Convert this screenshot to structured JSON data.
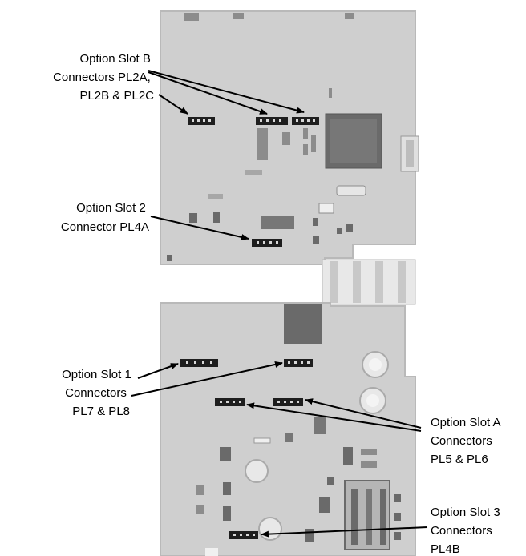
{
  "colors": {
    "board": "#cfcfcf",
    "board_edge": "#b9b9b9",
    "component_dark": "#6a6a6a",
    "component_mid": "#8c8c8c",
    "component_light": "#e8e8e8",
    "connector": "#1e1e1e",
    "leader": "#000000"
  },
  "labels": {
    "slot_b": [
      "Option Slot B",
      "Connectors PL2A,",
      "PL2B & PL2C"
    ],
    "slot_2": [
      "Option Slot 2",
      "Connector PL4A"
    ],
    "slot_1": [
      "Option Slot 1",
      "Connectors",
      "PL7 & PL8"
    ],
    "slot_a": [
      "Option Slot A",
      "Connectors",
      "PL5 & PL6"
    ],
    "slot_3": [
      "Option Slot 3",
      "Connectors",
      "PL4B"
    ]
  }
}
